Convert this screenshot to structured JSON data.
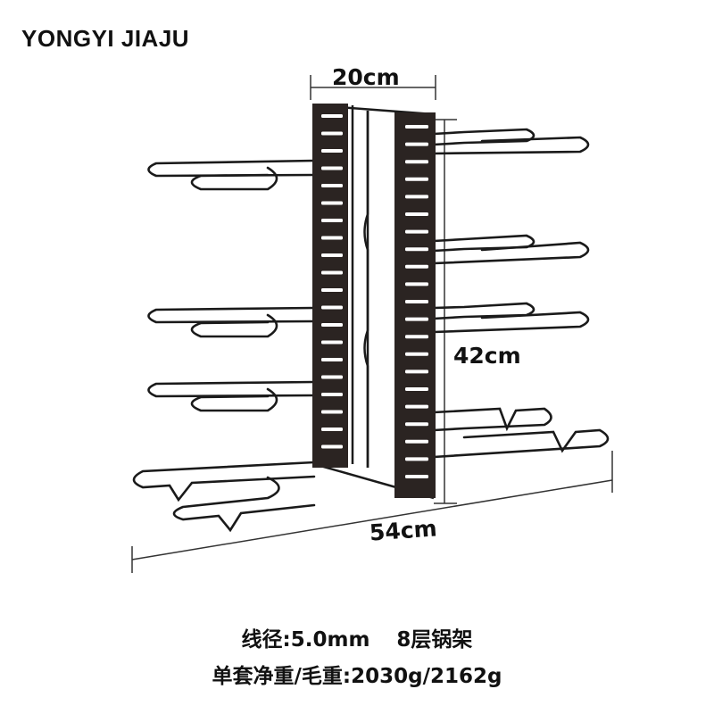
{
  "brand": {
    "name": "YONGYI JIAJU"
  },
  "dimensions": {
    "width": "20cm",
    "height": "42cm",
    "length": "54cm"
  },
  "specs": {
    "wire_diameter": "线径:5.0mm",
    "tiers": "8层锅架",
    "weight": "单套净重/毛重:2030g/2162g"
  },
  "colors": {
    "rack": "#2b2422",
    "wire": "#1a1a1a",
    "text": "#111111"
  }
}
